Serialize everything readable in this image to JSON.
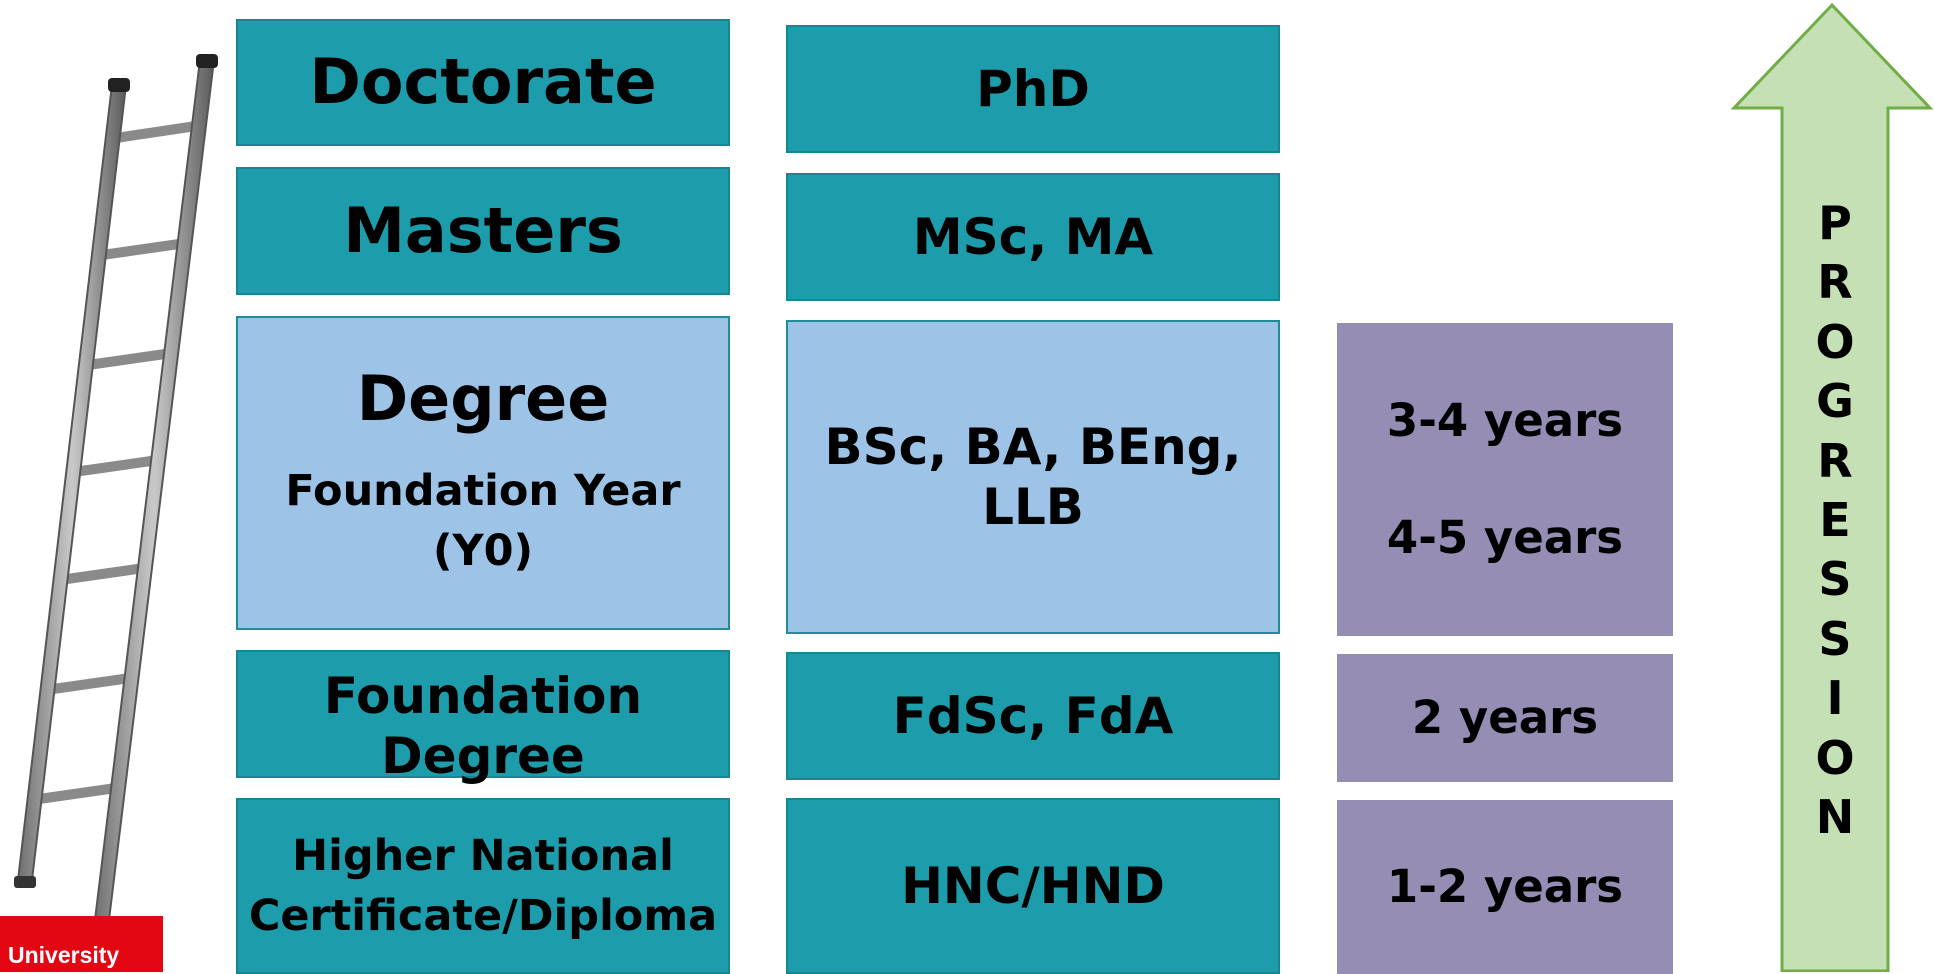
{
  "levels": {
    "doctorate": "Doctorate",
    "masters": "Masters",
    "degree": "Degree",
    "foundation_year_1": "Foundation Year",
    "foundation_year_2": "(Y0)",
    "foundation_degree_1": "Foundation",
    "foundation_degree_2": "Degree",
    "hn_1": "Higher National",
    "hn_2": "Certificate/Diploma"
  },
  "qualifications": {
    "doctorate": "PhD",
    "masters": "MSc, MA",
    "degree_1": "BSc, BA, BEng,",
    "degree_2": "LLB",
    "foundation_degree": "FdSc, FdA",
    "hn": "HNC/HND"
  },
  "durations": {
    "degree": "3-4 years",
    "foundation_year": "4-5 years",
    "foundation_degree": "2 years",
    "hn": "1-2 years"
  },
  "progression_letters": [
    "P",
    "R",
    "O",
    "G",
    "R",
    "E",
    "S",
    "S",
    "I",
    "O",
    "N"
  ],
  "logo_text": "University",
  "colors": {
    "teal": "#1d9cab",
    "light_blue": "#9dc3e6",
    "purple": "#958db3",
    "arrow_fill": "#c5e0b4",
    "arrow_stroke": "#70ad47",
    "logo_red": "#e30613"
  }
}
